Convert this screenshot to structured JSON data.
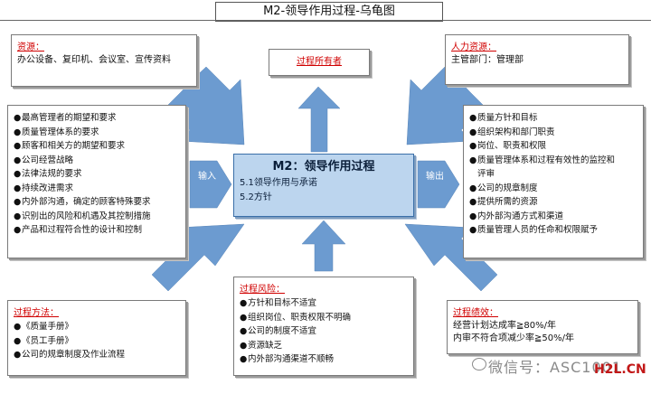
{
  "title": "M2-领导作用过程-乌龟图",
  "resources": {
    "title": "资源：",
    "text": "办公设备、复印机、会议室、宣传资料"
  },
  "human_resources": {
    "title": "人力资源：",
    "text": "主管部门：管理部"
  },
  "process_owner": {
    "label": "过程所有者"
  },
  "inputs": {
    "arrow_label": "输入",
    "items": [
      "最高管理者的期望和要求",
      "质量管理体系的要求",
      "顾客和相关方的期望和要求",
      "公司经营战略",
      "法律法规的要求",
      "持续改进需求",
      "内外部沟通，确定的顾客特殊要求",
      "识别出的风险和机遇及其控制措施",
      "产品和过程符合性的设计和控制"
    ]
  },
  "center": {
    "title": "M2：领导作用过程",
    "items": [
      "5.1领导作用与承诺",
      "5.2方针"
    ]
  },
  "outputs": {
    "arrow_label": "输出",
    "items": [
      "质量方针和目标",
      "组织架构和部门职责",
      "岗位、职责和权限",
      "质量管理体系和过程有效性的监控和",
      "评审",
      "公司的规章制度",
      "提供所需的资源",
      "内外部沟通方式和渠道",
      "质量管理人员的任命和权限赋予"
    ]
  },
  "methods": {
    "title": "过程方法：",
    "items": [
      "《质量手册》",
      "《员工手册》",
      "公司的规章制度及作业流程"
    ]
  },
  "risks": {
    "title": "过程风险：",
    "items": [
      "方针和目标不适宜",
      "组织岗位、职责权限不明确",
      "公司的制度不适宜",
      "资源缺乏",
      "内外部沟通渠道不顺畅"
    ]
  },
  "performance": {
    "title": "过程绩效：",
    "items": [
      "经营计划达成率≧80%/年",
      "内审不符合项减少率≧50%/年"
    ]
  },
  "watermark": {
    "wechat": "微信号：ASC1001",
    "site": "H2L.CN"
  },
  "colors": {
    "arrow": "#6c9bd0",
    "accent_red": "#d00000",
    "center_fill": "#bcd5ee"
  }
}
